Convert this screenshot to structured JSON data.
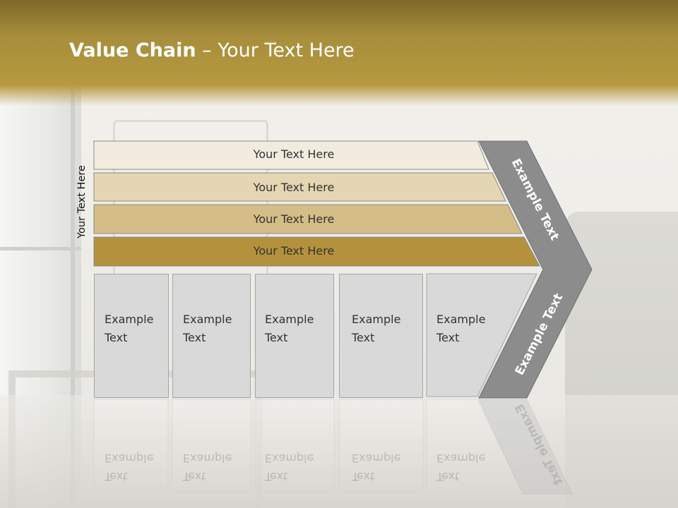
{
  "slide": {
    "title_bold": "Value Chain",
    "title_rest": " – Your Text Here",
    "side_label": "Your Text Here",
    "bars": [
      {
        "label": "Your Text Here",
        "color": "#f2ecdf"
      },
      {
        "label": "Your Text Here",
        "color": "#e4d6b2"
      },
      {
        "label": "Your Text Here",
        "color": "#d4bd86"
      },
      {
        "label": "Your Text Here",
        "color": "#b4923d"
      }
    ],
    "boxes": [
      {
        "label_line1": "Example",
        "label_line2": "Text"
      },
      {
        "label_line1": "Example",
        "label_line2": "Text"
      },
      {
        "label_line1": "Example",
        "label_line2": "Text"
      },
      {
        "label_line1": "Example",
        "label_line2": "Text"
      },
      {
        "label_line1": "Example",
        "label_line2": "Text"
      }
    ],
    "chevron": {
      "upper_label": "Example Text",
      "lower_label": "Example Text",
      "color": "#8c8c8c"
    }
  }
}
